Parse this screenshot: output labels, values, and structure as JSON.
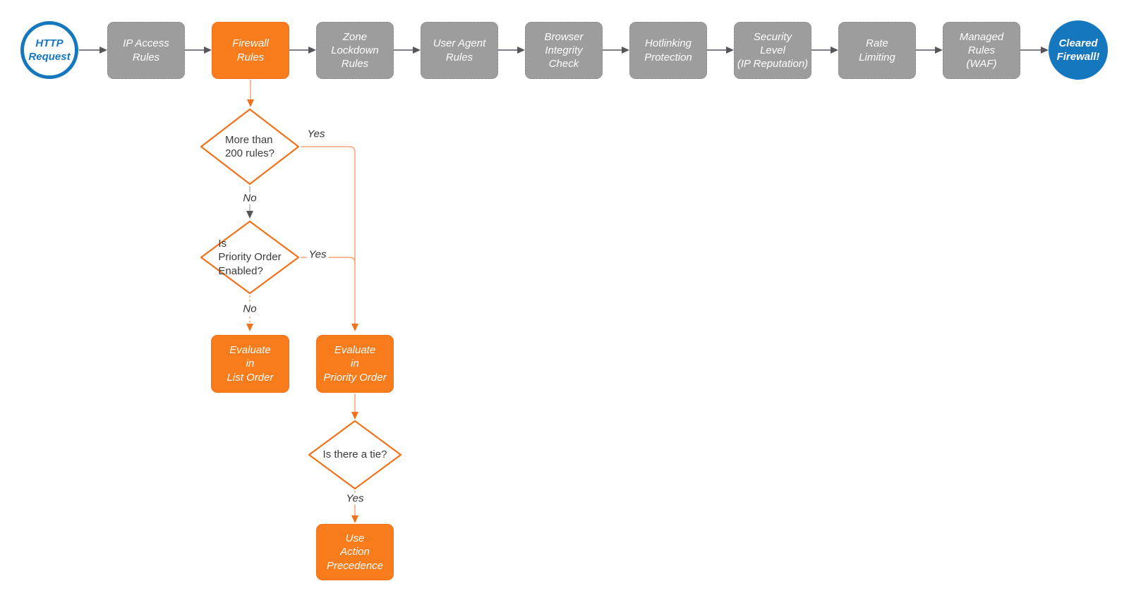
{
  "colors": {
    "accent_orange": "#F97C1C",
    "orange_stroke": "#F2711A",
    "orange_line": "#F8A273",
    "process_gray": "#9D9D9D",
    "arrow_dark": "#55565A",
    "terminal_blue": "#1577BD",
    "text_dark": "#3B3B3B"
  },
  "flow": {
    "start": "HTTP\nRequest",
    "process_nodes": [
      "IP Access\nRules",
      "Firewall\nRules",
      "Zone\nLockdown\nRules",
      "User Agent\nRules",
      "Browser\nIntegrity\nCheck",
      "Hotlinking\nProtection",
      "Security\nLevel\n(IP Reputation)",
      "Rate\nLimiting",
      "Managed\nRules\n(WAF)"
    ],
    "end": "Cleared\nFirewall!",
    "decisions": {
      "more_rules": "More than\n200 rules?",
      "priority_enabled": "Is\nPriority Order\nEnabled?",
      "tie": "Is there a tie?"
    },
    "actions": {
      "list_order": "Evaluate\nin\nList Order",
      "priority_order": "Evaluate\nin\nPriority Order",
      "action_precedence": "Use\nAction\nPrecedence"
    },
    "edge_labels": {
      "more_rules_yes": "Yes",
      "more_rules_no": "No",
      "priority_yes": "Yes",
      "priority_no": "No",
      "tie_yes": "Yes"
    }
  }
}
